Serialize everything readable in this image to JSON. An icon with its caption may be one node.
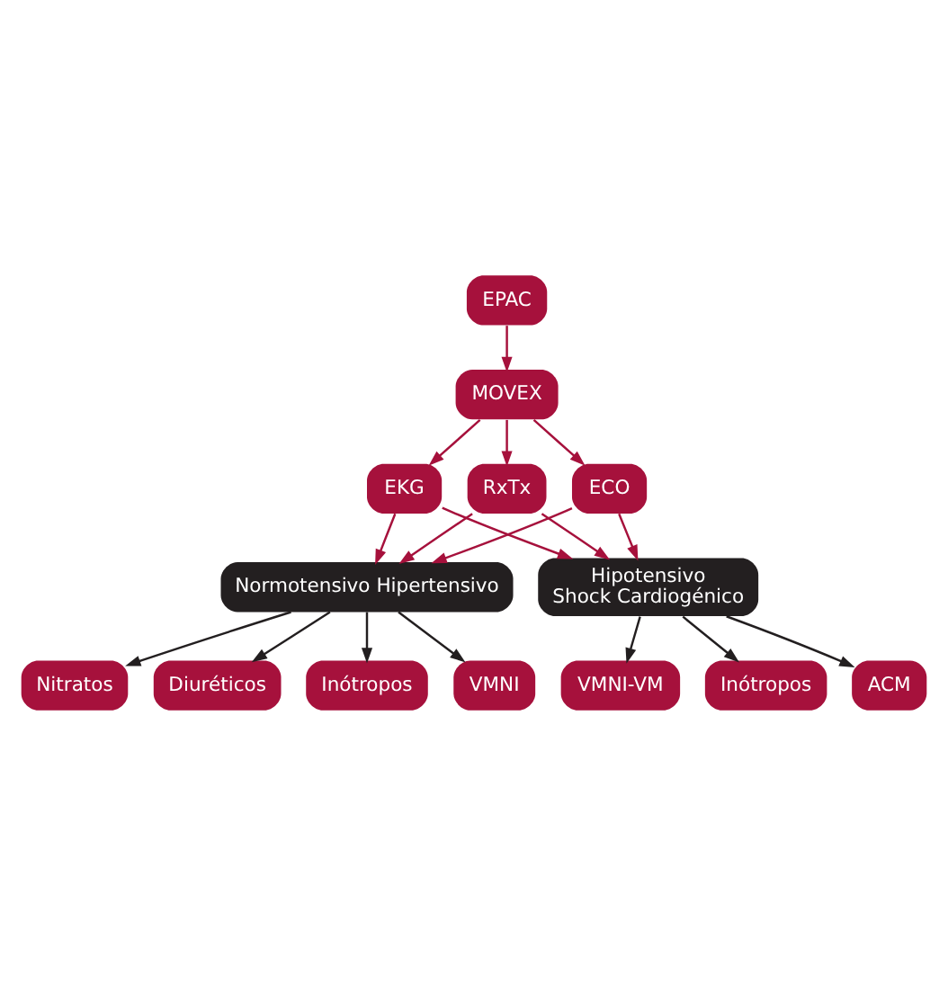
{
  "diagram": {
    "nodes": [
      {
        "text": [
          "EPAC"
        ]
      },
      {
        "text": [
          "MOVEX"
        ]
      },
      {
        "text": [
          "EKG"
        ]
      },
      {
        "text": [
          "RxTx"
        ]
      },
      {
        "text": [
          "ECO"
        ]
      },
      {
        "text": [
          "Normotensivo Hipertensivo"
        ]
      },
      {
        "text": [
          "Hipotensivo",
          "Shock Cardiogénico"
        ]
      },
      {
        "text": [
          "VMNI"
        ]
      },
      {
        "text": [
          "Nitratos"
        ]
      },
      {
        "text": [
          "Diuréticos"
        ]
      },
      {
        "text": [
          "Inótropos"
        ]
      },
      {
        "text": [
          "VMNI-VM"
        ]
      },
      {
        "text": [
          "Inótropos"
        ]
      },
      {
        "text": [
          "ACM"
        ]
      }
    ],
    "edges": [
      {
        "from": 0,
        "to": 1,
        "arrow": "to"
      },
      {
        "from": 1,
        "to": 2,
        "arrow": "to"
      },
      {
        "from": 1,
        "to": 3,
        "arrow": "to"
      },
      {
        "from": 1,
        "to": 4,
        "arrow": "to"
      },
      {
        "from": 2,
        "to": 5,
        "arrow": "to"
      },
      {
        "from": 3,
        "to": 5,
        "arrow": "to"
      },
      {
        "from": 4,
        "to": 5,
        "arrow": "to"
      },
      {
        "from": 2,
        "to": 6,
        "arrow": "to"
      },
      {
        "from": 3,
        "to": 6,
        "arrow": "to"
      },
      {
        "from": 4,
        "to": 6,
        "arrow": "to"
      },
      {
        "from": 5,
        "to": 7,
        "arrow": "to",
        "color": "#231f20"
      },
      {
        "from": 5,
        "to": 8,
        "arrow": "to",
        "color": "#231f20"
      },
      {
        "from": 5,
        "to": 9,
        "arrow": "to",
        "color": "#231f20"
      },
      {
        "from": 5,
        "to": 10,
        "arrow": "to",
        "color": "#231f20"
      },
      {
        "from": 6,
        "to": 11,
        "arrow": "to",
        "color": "#231f20"
      },
      {
        "from": 6,
        "to": 12,
        "arrow": "to",
        "color": "#231f20"
      },
      {
        "from": 6,
        "to": 13,
        "arrow": "to",
        "color": "#231f20"
      }
    ]
  }
}
